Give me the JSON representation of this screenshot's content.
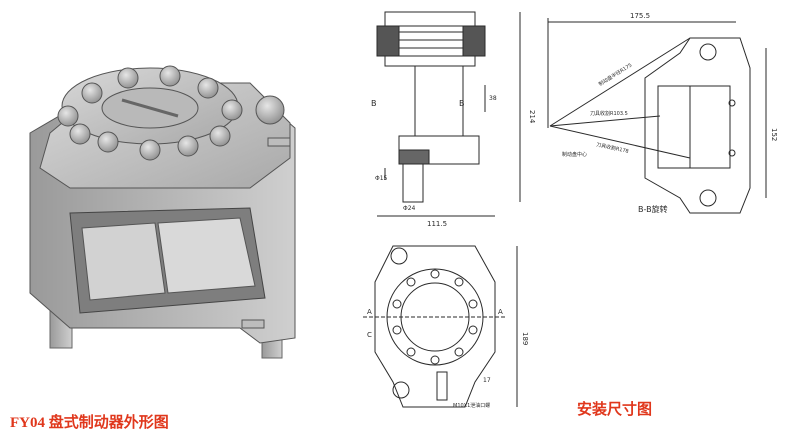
{
  "captions": {
    "left": "FY04 盘式制动器外形图",
    "right": "安装尺寸图"
  },
  "section_view": {
    "dim_width": "111.5",
    "dim_height": "214",
    "dim_38": "38",
    "dim_phi15": "Φ15",
    "dim_phi24": "Φ24",
    "dim_l_side": "B",
    "dim_r_side": "B"
  },
  "plan_view": {
    "dim_top": "175.5",
    "dim_right": "152",
    "label_r175": "制动盘半径R175",
    "label_r103": "刀具收割R103.5",
    "label_r178": "刀具收割R178",
    "label_center": "制动盘中心",
    "label_bb": "B-B旋转"
  },
  "front_view": {
    "dim_height": "189",
    "label_a_left": "A",
    "label_a_right": "A",
    "label_c": "C",
    "label_thread": "M10X1泄油口螺",
    "dim_small": "17"
  },
  "colors": {
    "caption": "#e0371c",
    "line": "#2a2a2a",
    "metal_light": "#c7c7c7",
    "metal_dark": "#8a8a8a"
  }
}
